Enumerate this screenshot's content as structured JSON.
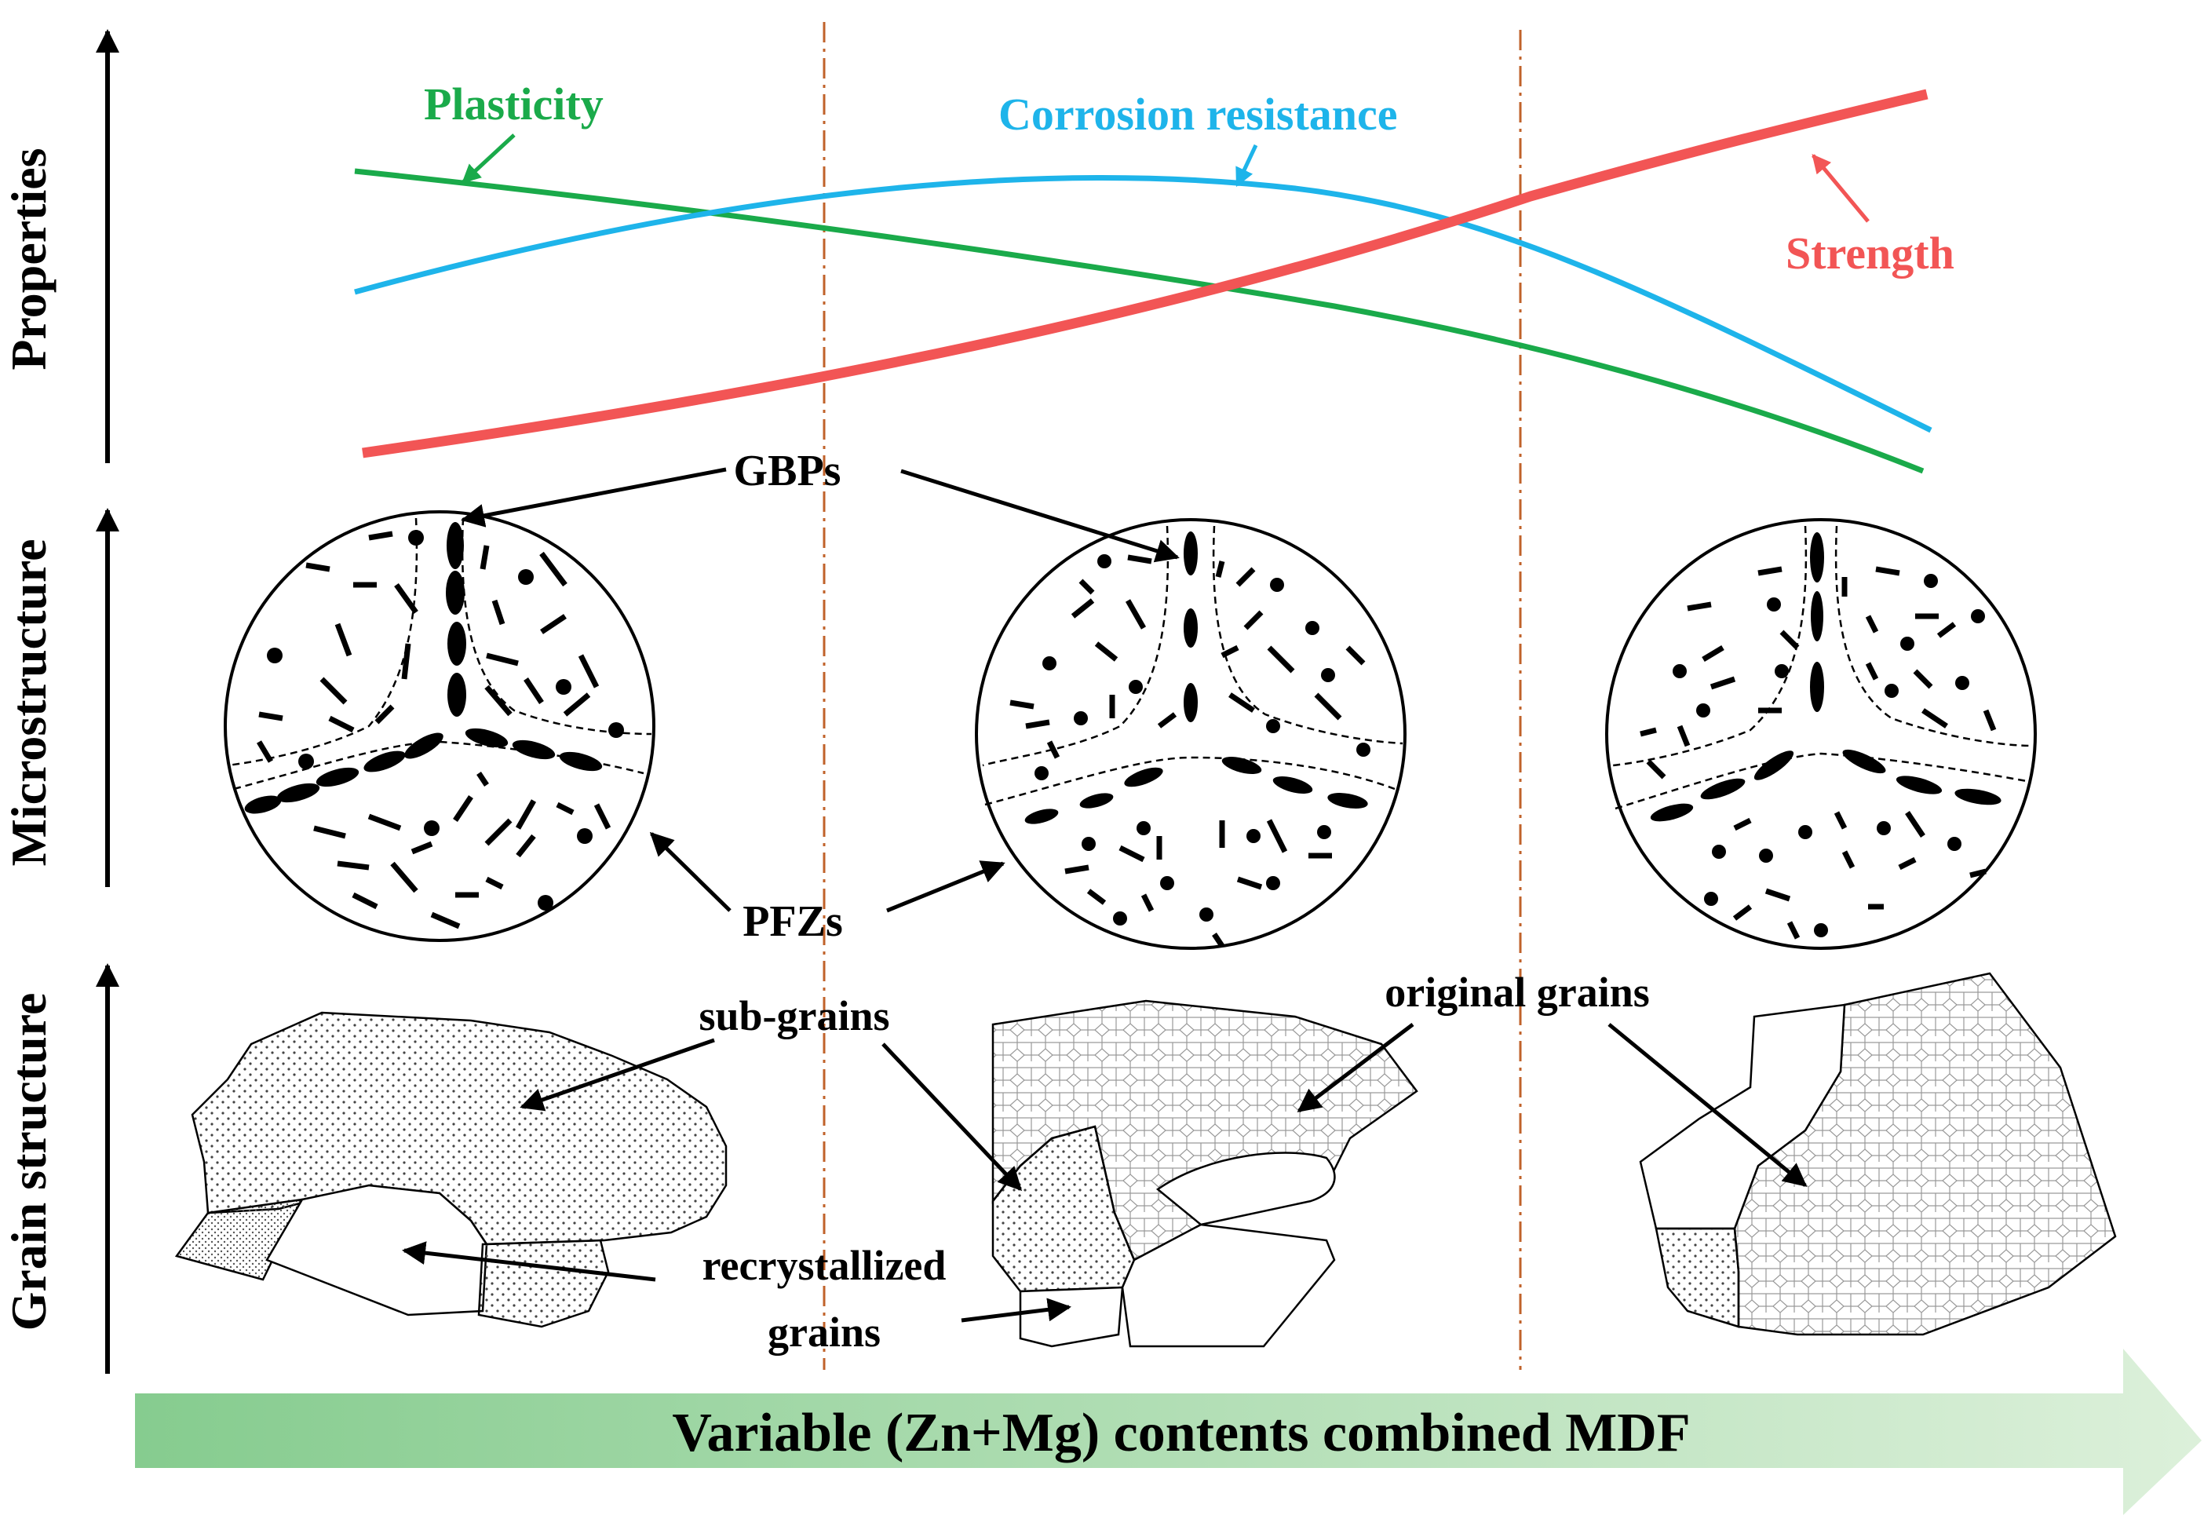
{
  "axes": {
    "properties": "Properties",
    "microstructure": "Microstructure",
    "grain_structure": "Grain structure"
  },
  "curves": {
    "plasticity": {
      "label": "Plasticity",
      "color": "#1aaa4a"
    },
    "corrosion": {
      "label": "Corrosion resistance",
      "color": "#1eb4ea"
    },
    "strength": {
      "label": "Strength",
      "color": "#f25555"
    }
  },
  "annotations": {
    "gbps": "GBPs",
    "pfzs": "PFZs",
    "sub_grains": "sub-grains",
    "original_grains": "original grains",
    "recrystallized_1": "recrystallized",
    "recrystallized_2": "grains"
  },
  "bottom_arrow": {
    "label": "Variable (Zn+Mg) contents combined MDF"
  },
  "colors": {
    "divider": "#c0622a",
    "arrow_start": "#8ccf94",
    "arrow_end": "#d9efd8"
  }
}
